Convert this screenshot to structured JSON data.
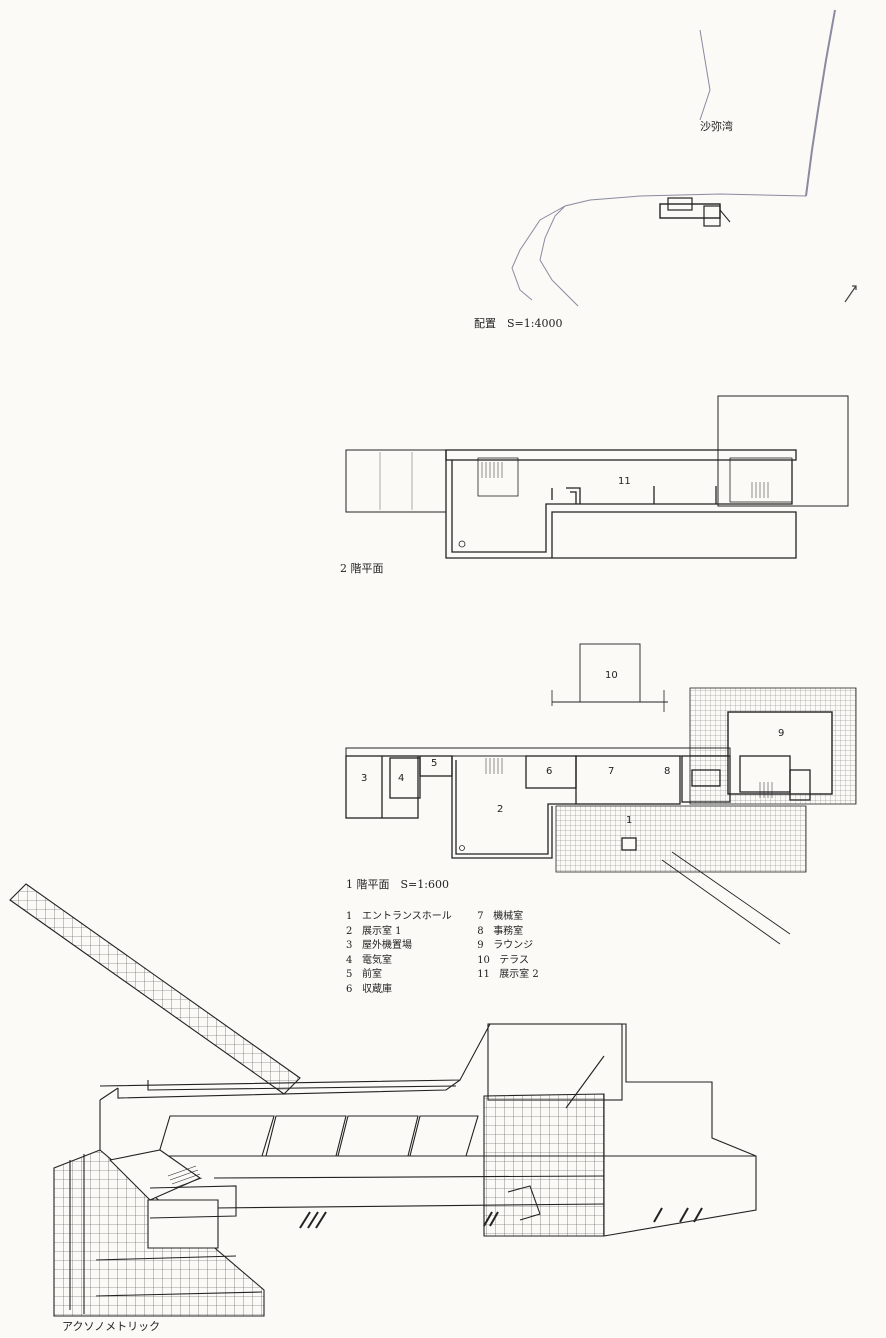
{
  "site": {
    "bay_label": "沙弥湾",
    "caption": "配置　S=1:4000"
  },
  "floor2": {
    "caption": "2 階平面",
    "room_labels": [
      "11"
    ]
  },
  "floor1": {
    "caption": "1 階平面　S=1:600",
    "room_labels": [
      "10",
      "9",
      "3",
      "4",
      "5",
      "6",
      "7",
      "8",
      "2",
      "1"
    ]
  },
  "legend": {
    "left": [
      {
        "num": "1",
        "name": "エントランスホール"
      },
      {
        "num": "2",
        "name": "展示室 1"
      },
      {
        "num": "3",
        "name": "屋外機置場"
      },
      {
        "num": "4",
        "name": "電気室"
      },
      {
        "num": "5",
        "name": "前室"
      },
      {
        "num": "6",
        "name": "収蔵庫"
      }
    ],
    "right": [
      {
        "num": "7",
        "name": "機械室"
      },
      {
        "num": "8",
        "name": "事務室"
      },
      {
        "num": "9",
        "name": "ラウンジ"
      },
      {
        "num": "10",
        "name": "テラス"
      },
      {
        "num": "11",
        "name": "展示室 2"
      }
    ]
  },
  "axonometric": {
    "caption": "アクソノメトリック"
  },
  "colors": {
    "ink": "#222222",
    "paper": "#fbfaf6",
    "light_ink": "#8a8a8a"
  }
}
